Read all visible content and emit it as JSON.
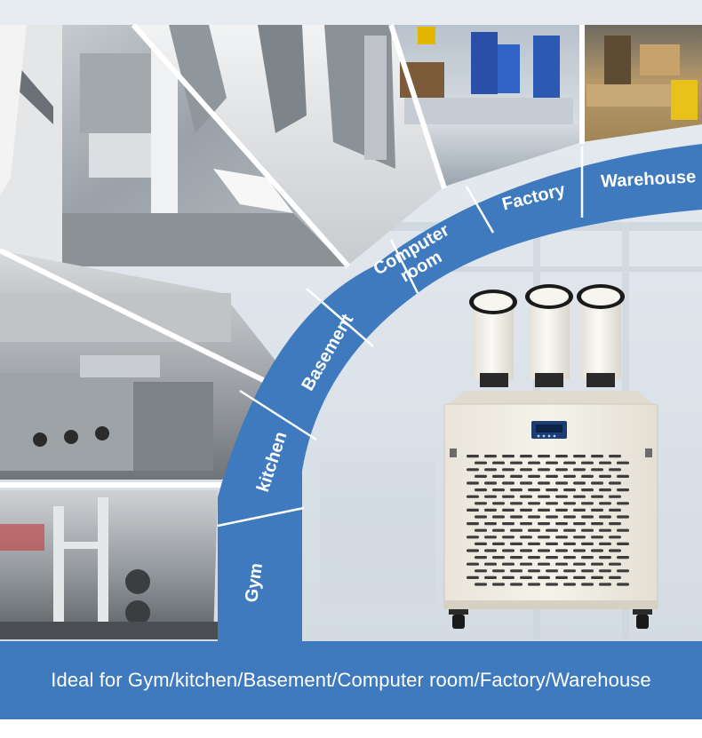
{
  "banner": {
    "text": "Ideal for Gym/kitchen/Basement/Computer room/Factory/Warehouse"
  },
  "arc_labels": {
    "gym": "Gym",
    "kitchen": "kitchen",
    "basement": "Basement",
    "computer_room_line1": "Computer",
    "computer_room_line2": "room",
    "factory": "Factory",
    "warehouse": "Warehouse"
  },
  "colors": {
    "accent_blue": "#3f7abf",
    "unit_body": "#f1ede3",
    "duct": "#f4f1ea",
    "duct_ring": "#1a1a1a"
  },
  "icons": {
    "fan_display": "lcd-panel",
    "casters": "wheel"
  }
}
